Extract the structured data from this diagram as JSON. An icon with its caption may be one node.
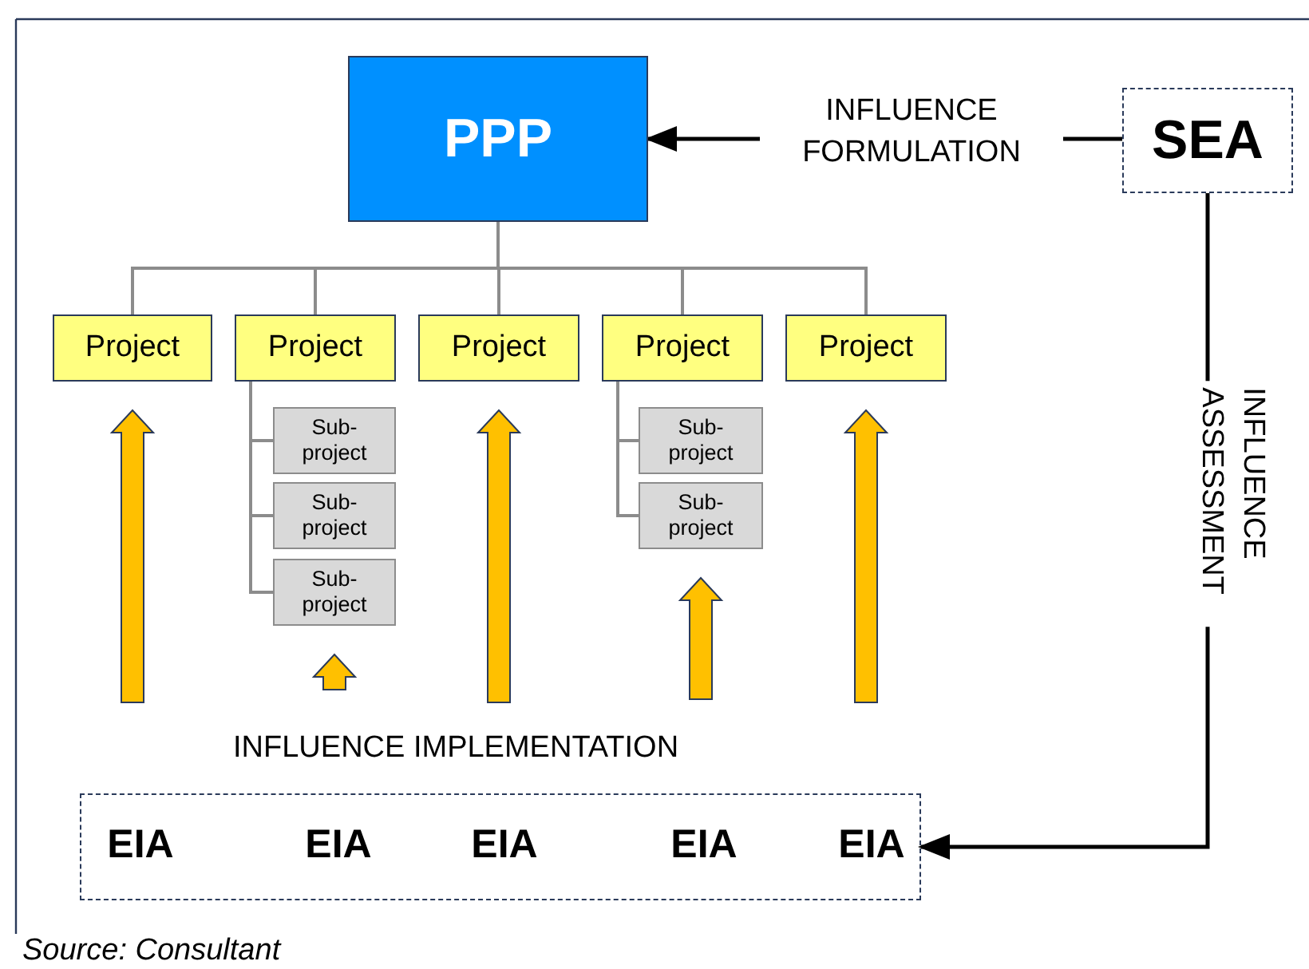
{
  "diagram": {
    "caption": "Source: Consultant",
    "nodes": [
      {
        "text": [
          "PPP"
        ]
      },
      {
        "text": [
          "SEA"
        ]
      },
      {
        "text": [
          "Project"
        ]
      },
      {
        "text": [
          "Project"
        ]
      },
      {
        "text": [
          "Project"
        ]
      },
      {
        "text": [
          "Project"
        ]
      },
      {
        "text": [
          "Project"
        ]
      },
      {
        "text": [
          "Sub- project"
        ]
      },
      {
        "text": [
          "Sub- project"
        ]
      },
      {
        "text": [
          "Sub- project"
        ]
      },
      {
        "text": [
          "Sub- project"
        ]
      },
      {
        "text": [
          "Sub- project"
        ]
      },
      {
        "text": [
          "EIA",
          "EIA",
          "EIA",
          "EIA",
          "EIA"
        ]
      }
    ],
    "edges": [
      {
        "from": 1,
        "to": 0,
        "arrow": "to",
        "label": "INFLUENCE FORMULATION",
        "color": "#000000"
      },
      {
        "from": 0,
        "to": 2,
        "arrow": "none"
      },
      {
        "from": 0,
        "to": 3,
        "arrow": "none"
      },
      {
        "from": 0,
        "to": 4,
        "arrow": "none"
      },
      {
        "from": 0,
        "to": 5,
        "arrow": "none"
      },
      {
        "from": 0,
        "to": 6,
        "arrow": "none"
      },
      {
        "from": 3,
        "to": 7,
        "arrow": "none"
      },
      {
        "from": 3,
        "to": 8,
        "arrow": "none"
      },
      {
        "from": 3,
        "to": 9,
        "arrow": "none"
      },
      {
        "from": 5,
        "to": 10,
        "arrow": "none"
      },
      {
        "from": 5,
        "to": 11,
        "arrow": "none"
      },
      {
        "from": null,
        "to": 2,
        "arrow": "to",
        "style": "thick",
        "color": "#ffc000"
      },
      {
        "from": null,
        "to": 9,
        "arrow": "to",
        "style": "thick",
        "color": "#ffc000"
      },
      {
        "from": null,
        "to": 4,
        "arrow": "to",
        "style": "thick",
        "color": "#ffc000"
      },
      {
        "from": null,
        "to": 11,
        "arrow": "to",
        "style": "thick",
        "color": "#ffc000"
      },
      {
        "from": null,
        "to": 6,
        "arrow": "to",
        "style": "thick",
        "color": "#ffc000"
      },
      {
        "from": 1,
        "to": 12,
        "arrow": "to",
        "label": "INFLUENCE ASSESSMENT",
        "color": "#000000"
      }
    ],
    "labels": [
      "INFLUENCE IMPLEMENTATION"
    ]
  }
}
